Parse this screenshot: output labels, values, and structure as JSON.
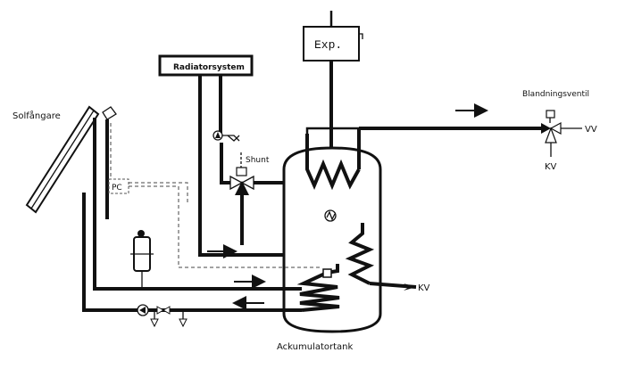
{
  "labels": {
    "expansion": "Exp.",
    "radiator": "Radiatorsystem",
    "solar_collector": "Solfångare",
    "mixing_valve": "Blandningsventil",
    "shunt": "Shunt",
    "controller": "PC",
    "cold_water_valve": "KV",
    "cold_water_tank": "KV",
    "hot_water": "VV",
    "tank": "Ackumulatortank"
  }
}
